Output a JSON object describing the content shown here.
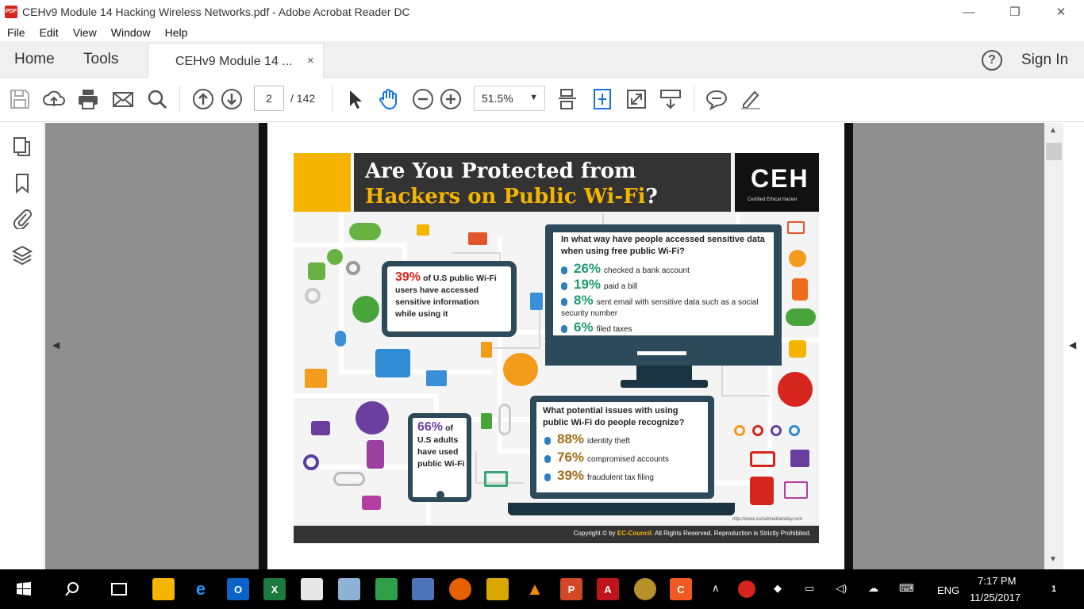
{
  "window": {
    "title": "CEHv9 Module 14 Hacking Wireless Networks.pdf - Adobe Acrobat Reader DC",
    "app_icon_text": "PDF"
  },
  "menu": [
    "File",
    "Edit",
    "View",
    "Window",
    "Help"
  ],
  "tabs": {
    "home": "Home",
    "tools": "Tools",
    "document": "CEHv9 Module 14 ...",
    "close": "×",
    "help": "?",
    "sign_in": "Sign In"
  },
  "toolbar": {
    "page_current": "2",
    "page_total": "/ 142",
    "zoom": "51.5%"
  },
  "infographic": {
    "title_line1": "Are You Protected from",
    "title_line2": "Hackers on Public Wi-Fi",
    "title_q": "?",
    "logo": "CEH",
    "logo_sub": "Certified   Ethical   Hacker",
    "stat1": {
      "pct": "39%",
      "text": "of U.S public Wi-Fi users have accessed sensitive information while using it"
    },
    "stat2": {
      "pct": "66%",
      "text1": "of",
      "text2": "U.S adults have used public Wi-Fi"
    },
    "q1": {
      "title": "In what way have people accessed sensitive data when using free public Wi-Fi?",
      "items": [
        {
          "pct": "26%",
          "text": "checked a bank account"
        },
        {
          "pct": "19%",
          "text": "paid a bill"
        },
        {
          "pct": "8%",
          "text": "sent email with sensitive data such as a social security number"
        },
        {
          "pct": "6%",
          "text": "filed taxes"
        }
      ]
    },
    "q2": {
      "title": "What potential issues with using public Wi-Fi do people recognize?",
      "items": [
        {
          "pct": "88%",
          "text": "identity theft"
        },
        {
          "pct": "76%",
          "text": "compromised accounts"
        },
        {
          "pct": "39%",
          "text": "fraudulent tax filing"
        }
      ]
    },
    "url": "http://www.socialmediatoday.com",
    "copyright_prefix": "Copyright © by",
    "copyright_brand": "EC-Council",
    "copyright_suffix": ". All Rights Reserved. Reproduction is Strictly Prohibited."
  },
  "taskbar": {
    "time": "7:17 PM",
    "date": "11/25/2017",
    "language": "ENG",
    "notification_count": "1"
  },
  "colors": {
    "accent_yellow": "#f5b400",
    "card_border": "#2d4a5a",
    "stat_green": "#1e9b6d",
    "stat_brown": "#a36b16",
    "acrobat_red": "#d6251c"
  }
}
